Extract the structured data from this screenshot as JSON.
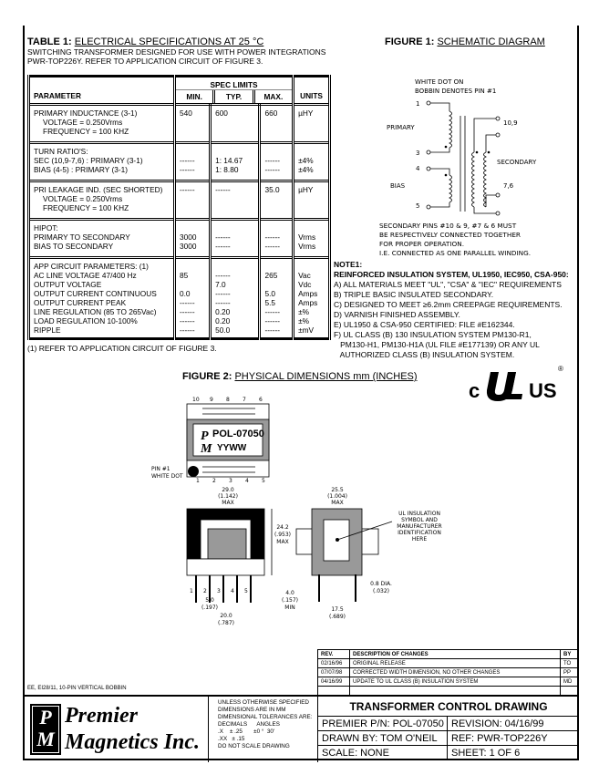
{
  "table1": {
    "title": "TABLE 1:",
    "title_rest": "ELECTRICAL SPECIFICATIONS AT 25 °C",
    "subtitle1": "SWITCHING TRANSFORMER DESIGNED FOR USE WITH POWER INTEGRATIONS",
    "subtitle2": "PWR-TOP226Y. REFER TO APPLICATION CIRCUIT OF FIGURE 3.",
    "headers": {
      "parameter": "PARAMETER",
      "spec_limits": "SPEC LIMITS",
      "min": "MIN.",
      "typ": "TYP.",
      "max": "MAX.",
      "units": "UNITS"
    },
    "rows": [
      {
        "param": [
          "PRIMARY INDUCTANCE (3-1)",
          "VOLTAGE = 0.250Vrms",
          "FREQUENCY = 100 KHZ"
        ],
        "min": [
          "540"
        ],
        "typ": [
          "600"
        ],
        "max": [
          "660"
        ],
        "units": [
          "µHY"
        ]
      },
      {
        "param": [
          "TURN RATIO'S:",
          "SEC (10,9-7,6) : PRIMARY (3-1)",
          "BIAS (4-5) : PRIMARY (3-1)"
        ],
        "min": [
          "",
          "------",
          "------"
        ],
        "typ": [
          "",
          "1: 14.67",
          "1:  8.80"
        ],
        "max": [
          "",
          "------",
          "------"
        ],
        "units": [
          "",
          "±4%",
          "±4%"
        ]
      },
      {
        "param": [
          "PRI LEAKAGE IND. (SEC SHORTED)",
          "VOLTAGE = 0.250Vrms",
          "FREQUENCY = 100 KHZ"
        ],
        "min": [
          "------"
        ],
        "typ": [
          "------"
        ],
        "max": [
          "35.0"
        ],
        "units": [
          "µHY"
        ]
      },
      {
        "param": [
          "HIPOT:",
          "PRIMARY TO SECONDARY",
          "BIAS TO SECONDARY"
        ],
        "min": [
          "",
          "3000",
          "3000"
        ],
        "typ": [
          "",
          "------",
          "------"
        ],
        "max": [
          "",
          "------",
          "------"
        ],
        "units": [
          "",
          "Vrms",
          "Vrms"
        ]
      },
      {
        "param": [
          "APP CIRCUIT PARAMETERS: (1)",
          "AC LINE VOLTAGE 47/400 Hz",
          "OUTPUT VOLTAGE",
          "OUTPUT CURRENT CONTINUOUS",
          "OUTPUT CURRENT PEAK",
          "LINE REGULATION (85 TO 265Vac)",
          "LOAD REGULATION 10-100%",
          "RIPPLE"
        ],
        "min": [
          "",
          "85",
          "",
          "0.0",
          "------",
          "------",
          "------",
          "------"
        ],
        "typ": [
          "",
          "------",
          "7.0",
          "------",
          "------",
          "0.20",
          "0.20",
          "50.0"
        ],
        "max": [
          "",
          "265",
          "",
          "5.0",
          "5.5",
          "------",
          "------",
          "------"
        ],
        "units": [
          "",
          "Vac",
          "Vdc",
          "Amps",
          "Amps",
          "±%",
          "±%",
          "±mV"
        ]
      }
    ],
    "footnote": "(1) REFER TO APPLICATION CIRCUIT OF FIGURE 3."
  },
  "figure1": {
    "title": "FIGURE 1:",
    "title_rest": "SCHEMATIC DIAGRAM",
    "dot_note1": "WHITE DOT ON",
    "dot_note2": "BOBBIN DENOTES PIN #1",
    "pin1": "1",
    "pin3": "3",
    "pin4": "4",
    "pin5": "5",
    "pin109": "10,9",
    "pin76": "7,6",
    "primary": "PRIMARY",
    "bias": "BIAS",
    "secondary": "SECONDARY",
    "note": [
      "SECONDARY PINS #10 & 9, #7 & 6 MUST",
      "BE RESPECTIVELY CONNECTED TOGETHER",
      "FOR PROPER OPERATION.",
      "I.E. CONNECTED AS ONE PARALLEL WINDING."
    ]
  },
  "notes": {
    "title": "NOTE1:",
    "subtitle": "REINFORCED INSULATION SYSTEM, UL1950, IEC950, CSA-950:",
    "items": [
      "A) ALL MATERIALS MEET \"UL\", \"CSA\" & \"IEC\" REQUIREMENTS",
      "B) TRIPLE BASIC INSULATED SECONDARY.",
      "C) DESIGNED TO MEET ≥6.2mm CREEPAGE REQUIREMENTS.",
      "D) VARNISH FINISHED ASSEMBLY.",
      "E) UL1950 & CSA-950 CERTIFIED: FILE #E162344.",
      "F) UL CLASS (B) 130 INSULATION SYSTEM PM130-R1,",
      "   PM130-H1, PM130-H1A (UL FILE #E177139) OR ANY UL",
      "   AUTHORIZED CLASS (B) INSULATION SYSTEM."
    ]
  },
  "figure2": {
    "title": "FIGURE 2:",
    "title_rest": "PHYSICAL DIMENSIONS mm (INCHES)",
    "top_pins": [
      "10",
      "9",
      "8",
      "7",
      "6"
    ],
    "bottom_pins": [
      "1",
      "2",
      "3",
      "4",
      "5"
    ],
    "part_label": "POL-07050",
    "date_code": "YYWW",
    "logo_p": "P",
    "logo_m": "M",
    "pin1_note1": "PIN #1",
    "pin1_note2": "WHITE DOT",
    "dim_width": [
      "29.0",
      "(1.142)",
      "MAX"
    ],
    "dim_depth": [
      "25.5",
      "(1.004)",
      "MAX"
    ],
    "dim_height": [
      "24.2",
      "(.953)",
      "MAX"
    ],
    "dim_pitch": [
      "5.0",
      "(.197)"
    ],
    "dim_span": [
      "20.0",
      "(.787)"
    ],
    "dim_pinlen": [
      "4.0",
      "(.157)",
      "MIN"
    ],
    "dim_row": [
      "17.5",
      "(.689)"
    ],
    "dim_dia": [
      "0.8 DIA.",
      "(.032)"
    ],
    "ul_note": [
      "UL INSULATION",
      "SYMBOL AND",
      "MANUFACTURER",
      "IDENTIFICATION",
      "HERE"
    ]
  },
  "ul_mark": {
    "c": "c",
    "us": "US",
    "r": "®"
  },
  "revisions": {
    "headers": [
      "REV.",
      "DESCRIPTION OF CHANGES",
      "BY"
    ],
    "rows": [
      [
        "02/16/96",
        "ORIGINAL RELEASE",
        "TO"
      ],
      [
        "07/07/98",
        "CORRECTED WIDTH DIMENSION, NO OTHER CHANGES",
        "PP"
      ],
      [
        "04/16/99",
        "UPDATE TO UL CLASS (B) INSULATION SYSTEM",
        "MD"
      ]
    ]
  },
  "bobbin_note": "EE, EI28/11, 10-PIN VERTICAL BOBBIN",
  "title_block": {
    "logo_p": "P",
    "logo_m": "M",
    "company1": "Premier",
    "company2": "Magnetics Inc.",
    "tolerances": [
      "UNLESS OTHERWISE SPECIFIED",
      "DIMENSIONS ARE IN MM",
      "DIMENSIONAL TOLERANCES ARE:",
      "DECIMALS      ANGLES",
      ".X    ± .25       ±0 °  30'",
      ".XX   ± .15",
      "DO NOT SCALE DRAWING"
    ],
    "drawing_title": "TRANSFORMER CONTROL DRAWING",
    "part_no": "PREMIER P/N: POL-07050",
    "revision": "REVISION: 04/16/99",
    "drawn_by": "DRAWN BY: TOM O'NEIL",
    "ref": "REF: PWR-TOP226Y",
    "scale": "SCALE: NONE",
    "sheet": "SHEET: 1 OF 6"
  }
}
